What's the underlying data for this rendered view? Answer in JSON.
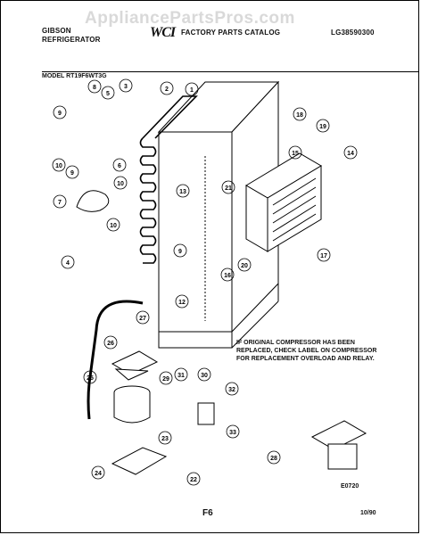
{
  "header": {
    "brand_line1": "GIBSON",
    "brand_line2": "REFRIGERATOR",
    "catalog_title": "FACTORY PARTS CATALOG",
    "logo_text": "WCI",
    "doc_code": "LG38590300",
    "watermark": "AppliancePartsPros.com"
  },
  "model_line": "MODEL RT19F6WT3G",
  "note": "IF ORIGINAL COMPRESSOR HAS BEEN REPLACED, CHECK LABEL ON COMPRESSOR FOR REPLACEMENT OVERLOAD AND RELAY.",
  "figure_code": "E0720",
  "page_number": "F6",
  "date": "10/90",
  "callouts": [
    "1",
    "2",
    "3",
    "4",
    "5",
    "6",
    "7",
    "8",
    "9",
    "10",
    "12",
    "13",
    "14",
    "15",
    "16",
    "17",
    "18",
    "19",
    "20",
    "21",
    "22",
    "23",
    "24",
    "25",
    "26",
    "27",
    "28",
    "29",
    "30",
    "31",
    "32",
    "33"
  ]
}
